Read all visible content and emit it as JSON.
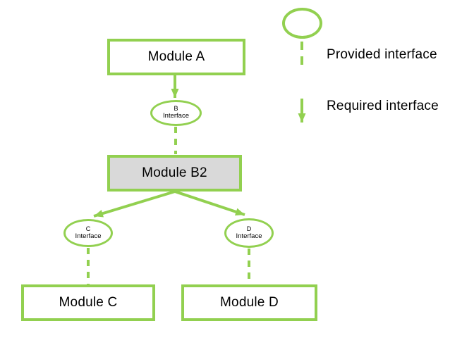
{
  "colors": {
    "accent": "#92d050",
    "module_fill": "#ffffff",
    "module_b2_fill": "#d9d9d9",
    "text": "#000000",
    "background": "#ffffff"
  },
  "diagram": {
    "module_a": {
      "label": "Module A"
    },
    "module_b2": {
      "label": "Module B2"
    },
    "module_c": {
      "label": "Module C"
    },
    "module_d": {
      "label": "Module D"
    },
    "interface_b": {
      "name": "B",
      "word": "Interface"
    },
    "interface_c": {
      "name": "C",
      "word": "Interface"
    },
    "interface_d": {
      "name": "D",
      "word": "Interface"
    }
  },
  "legend": {
    "provided": {
      "label": "Provided interface",
      "icon": "circle-outline-with-dashed-line"
    },
    "required": {
      "label": "Required interface",
      "icon": "solid-down-arrow"
    }
  }
}
